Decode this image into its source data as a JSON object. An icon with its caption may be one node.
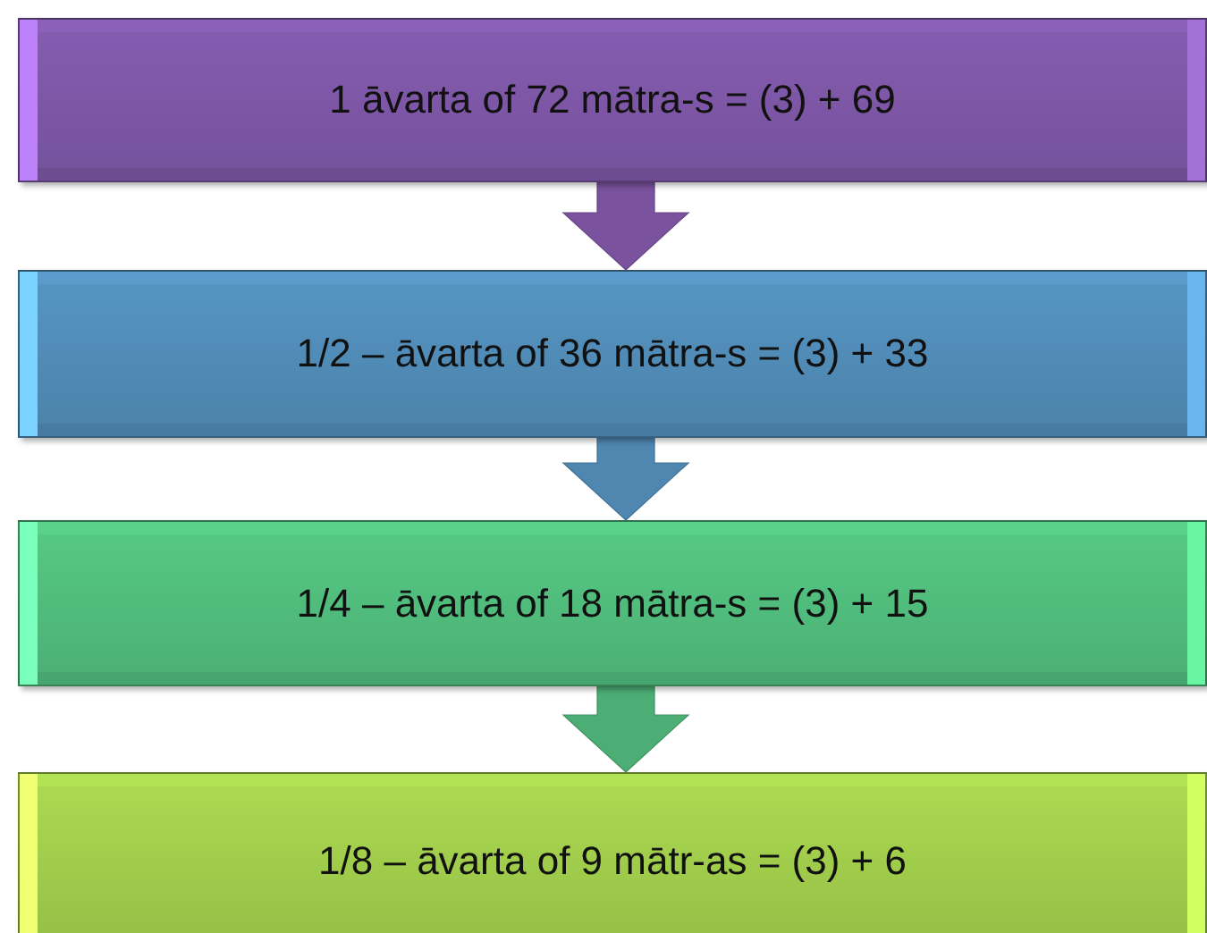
{
  "diagram": {
    "nodes": [
      {
        "text": [
          "1 āvarta of 72 mātra-s = (3) + 69"
        ]
      },
      {
        "text": [
          "1/2 – āvarta of 36 mātra-s = (3) + 33"
        ]
      },
      {
        "text": [
          "1/4 – āvarta of 18 mātra-s = (3) + 15"
        ]
      },
      {
        "text": [
          "1/8 – āvarta of 9 mātr-as = (3) + 6"
        ]
      }
    ],
    "edges": [
      {
        "from": 0,
        "to": 1,
        "arrow": "to",
        "color": "#7a529e"
      },
      {
        "from": 1,
        "to": 2,
        "arrow": "to",
        "color": "#4f87b0"
      },
      {
        "from": 2,
        "to": 3,
        "arrow": "to",
        "color": "#4cae74"
      }
    ]
  }
}
